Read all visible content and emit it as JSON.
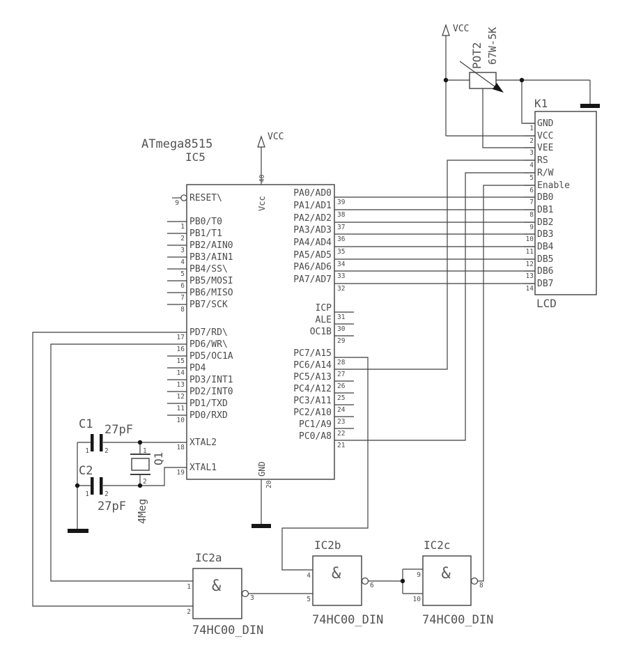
{
  "colors": {
    "line": "#3f3f3f",
    "text": "#4a4a4a",
    "solid_black": "#161616",
    "background": "#ffffff"
  },
  "ic5": {
    "part": "ATmega8515",
    "ref": "IC5",
    "power": {
      "vcc_net": "VCC",
      "pin40": "40",
      "vcc_inner": "Vcc",
      "gnd_inner": "GND",
      "pin20": "20"
    },
    "left_pins": [
      {
        "num": "9",
        "label": "RESET\\"
      },
      {
        "num": "1",
        "label": "PB0/T0"
      },
      {
        "num": "2",
        "label": "PB1/T1"
      },
      {
        "num": "3",
        "label": "PB2/AIN0"
      },
      {
        "num": "4",
        "label": "PB3/AIN1"
      },
      {
        "num": "5",
        "label": "PB4/SS\\"
      },
      {
        "num": "6",
        "label": "PB5/MOSI"
      },
      {
        "num": "7",
        "label": "PB6/MISO"
      },
      {
        "num": "8",
        "label": "PB7/SCK"
      },
      {
        "num": "17",
        "label": "PD7/RD\\"
      },
      {
        "num": "16",
        "label": "PD6/WR\\"
      },
      {
        "num": "15",
        "label": "PD5/OC1A"
      },
      {
        "num": "14",
        "label": "PD4"
      },
      {
        "num": "13",
        "label": "PD3/INT1"
      },
      {
        "num": "12",
        "label": "PD2/INT0"
      },
      {
        "num": "11",
        "label": "PD1/TXD"
      },
      {
        "num": "10",
        "label": "PD0/RXD"
      },
      {
        "num": "18",
        "label": "XTAL2"
      },
      {
        "num": "19",
        "label": "XTAL1"
      }
    ],
    "right_pins": [
      {
        "num": "39",
        "label": "PA0/AD0"
      },
      {
        "num": "38",
        "label": "PA1/AD1"
      },
      {
        "num": "37",
        "label": "PA2/AD2"
      },
      {
        "num": "36",
        "label": "PA3/AD3"
      },
      {
        "num": "35",
        "label": "PA4/AD4"
      },
      {
        "num": "34",
        "label": "PA5/AD5"
      },
      {
        "num": "33",
        "label": "PA6/AD6"
      },
      {
        "num": "32",
        "label": "PA7/AD7"
      },
      {
        "num": "31",
        "label": "ICP"
      },
      {
        "num": "30",
        "label": "ALE"
      },
      {
        "num": "29",
        "label": "OC1B"
      },
      {
        "num": "28",
        "label": "PC7/A15"
      },
      {
        "num": "27",
        "label": "PC6/A14"
      },
      {
        "num": "26",
        "label": "PC5/A13"
      },
      {
        "num": "25",
        "label": "PC4/A12"
      },
      {
        "num": "24",
        "label": "PC3/A11"
      },
      {
        "num": "23",
        "label": "PC2/A10"
      },
      {
        "num": "22",
        "label": "PC1/A9"
      },
      {
        "num": "21",
        "label": "PC0/A8"
      }
    ]
  },
  "k1": {
    "ref": "K1",
    "name": "LCD",
    "pins": [
      {
        "num": "1",
        "label": "GND"
      },
      {
        "num": "2",
        "label": "VCC"
      },
      {
        "num": "3",
        "label": "VEE"
      },
      {
        "num": "4",
        "label": "RS"
      },
      {
        "num": "5",
        "label": "R/W"
      },
      {
        "num": "6",
        "label": "Enable"
      },
      {
        "num": "7",
        "label": "DB0"
      },
      {
        "num": "8",
        "label": "DB1"
      },
      {
        "num": "9",
        "label": "DB2"
      },
      {
        "num": "10",
        "label": "DB3"
      },
      {
        "num": "11",
        "label": "DB4"
      },
      {
        "num": "12",
        "label": "DB5"
      },
      {
        "num": "13",
        "label": "DB6"
      },
      {
        "num": "14",
        "label": "DB7"
      }
    ]
  },
  "pot": {
    "ref": "POT2",
    "value": "67W-5K",
    "net": "VCC"
  },
  "xtal": {
    "c1": {
      "ref": "C1",
      "value": "27pF",
      "p1": "1",
      "p2": "2"
    },
    "c2": {
      "ref": "C2",
      "value": "27pF",
      "p1": "1",
      "p2": "2"
    },
    "q1": {
      "ref": "Q1",
      "value": "4Meg",
      "p1": "1",
      "p2": "2"
    }
  },
  "gates": [
    {
      "ref": "IC2a",
      "part": "74HC00_DIN",
      "sym": "&",
      "in1": "1",
      "in2": "2",
      "out": "3"
    },
    {
      "ref": "IC2b",
      "part": "74HC00_DIN",
      "sym": "&",
      "in1": "4",
      "in2": "5",
      "out": "6"
    },
    {
      "ref": "IC2c",
      "part": "74HC00_DIN",
      "sym": "&",
      "in1": "9",
      "in2": "10",
      "out": "8"
    }
  ]
}
